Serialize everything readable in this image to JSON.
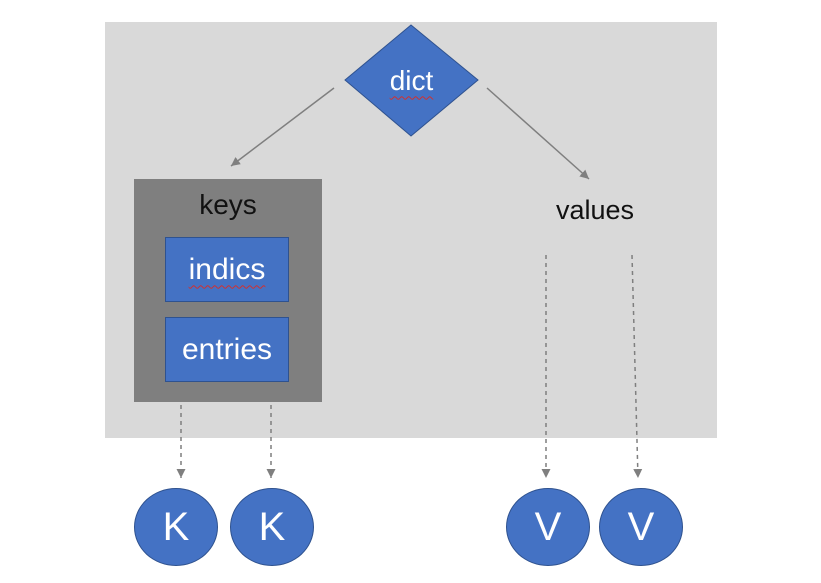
{
  "diagram": {
    "root": {
      "label": "dict",
      "color": "#4472c4"
    },
    "keys": {
      "label": "keys",
      "items": [
        {
          "label": "indics"
        },
        {
          "label": "entries"
        }
      ]
    },
    "values": {
      "label": "values"
    },
    "key_nodes": [
      "K",
      "K"
    ],
    "value_nodes": [
      "V",
      "V"
    ],
    "colors": {
      "panel": "#d9d9d9",
      "keys_box": "#7f7f7f",
      "shape_fill": "#4472c4",
      "arrow": "#7f7f7f"
    }
  }
}
